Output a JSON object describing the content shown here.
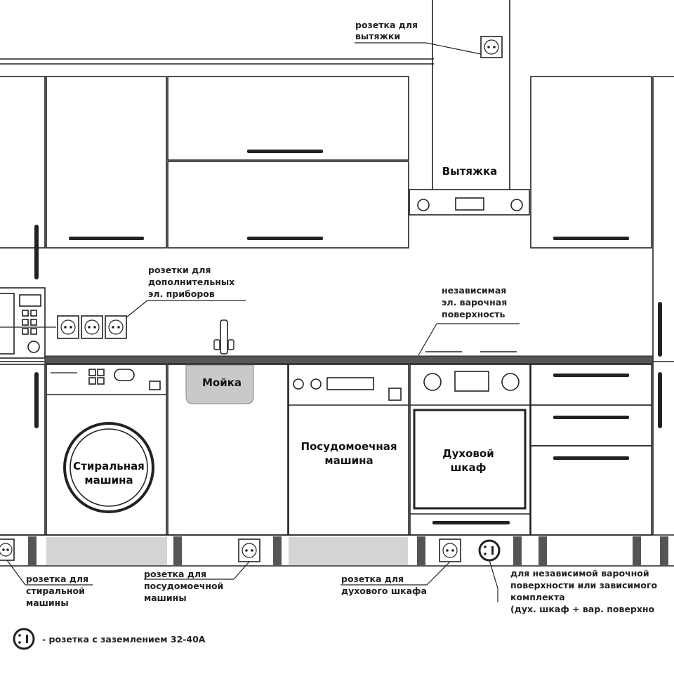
{
  "colors": {
    "line": "#222222",
    "countertop": "#555555",
    "plinth": "#d4d4d4",
    "sink": "#c9c9c9",
    "background": "#ffffff"
  },
  "appliances": {
    "hood": "Вытяжка",
    "sink": "Мойка",
    "washer": [
      "Стиральная",
      "машина"
    ],
    "dishwasher": [
      "Посудомоечная",
      "машина"
    ],
    "oven": [
      "Духовой",
      "шкаф"
    ]
  },
  "callouts": {
    "hood_socket": [
      "розетка для",
      "вытяжки"
    ],
    "extra_sockets": [
      "розетки для",
      "дополнительных",
      "эл. приборов"
    ],
    "cooktop": [
      "независимая",
      "эл. варочная",
      "поверхность"
    ],
    "washer_socket": [
      "розетка для",
      "стиральной",
      "машины"
    ],
    "dishwasher_socket": [
      "розетка для",
      "посудомоечной",
      "машины"
    ],
    "oven_socket": [
      "розетка для",
      "духового шкафа"
    ],
    "power_socket": [
      "для независимой варочной",
      "поверхности или зависимого",
      "комплекта",
      "(дух. шкаф + вар. поверхно"
    ]
  },
  "legend": {
    "text": "- розетка с заземлением 32-40А",
    "icon": "grounded-socket-icon"
  },
  "icons": [
    "socket-icon",
    "grounded-socket-icon",
    "faucet-icon",
    "knob-icon"
  ]
}
